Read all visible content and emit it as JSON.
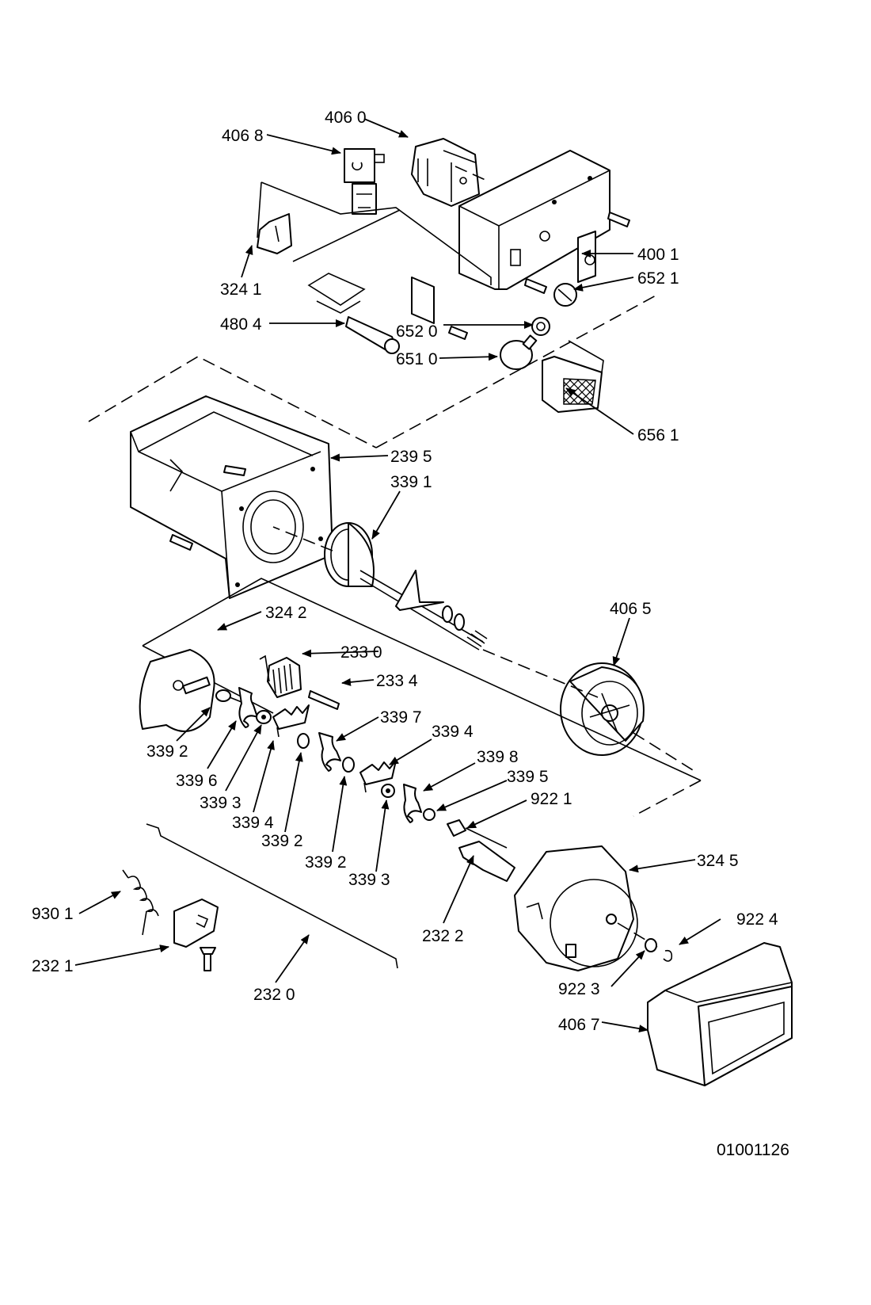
{
  "callouts": [
    "406 0",
    "406 8",
    "400 1",
    "652 1",
    "324 1",
    "480 4",
    "652 0",
    "651 0",
    "656 1",
    "239 5",
    "339 1",
    "406 5",
    "324 2",
    "233 0",
    "233 4",
    "339 7",
    "339 4",
    "339 8",
    "339 5",
    "922 1",
    "339 2",
    "339 6",
    "339 3",
    "339 4",
    "339 2",
    "339 2",
    "339 3",
    "324 5",
    "930 1",
    "232 1",
    "232 0",
    "232 2",
    "922 4",
    "922 3",
    "406 7"
  ],
  "document_number": "01001126"
}
